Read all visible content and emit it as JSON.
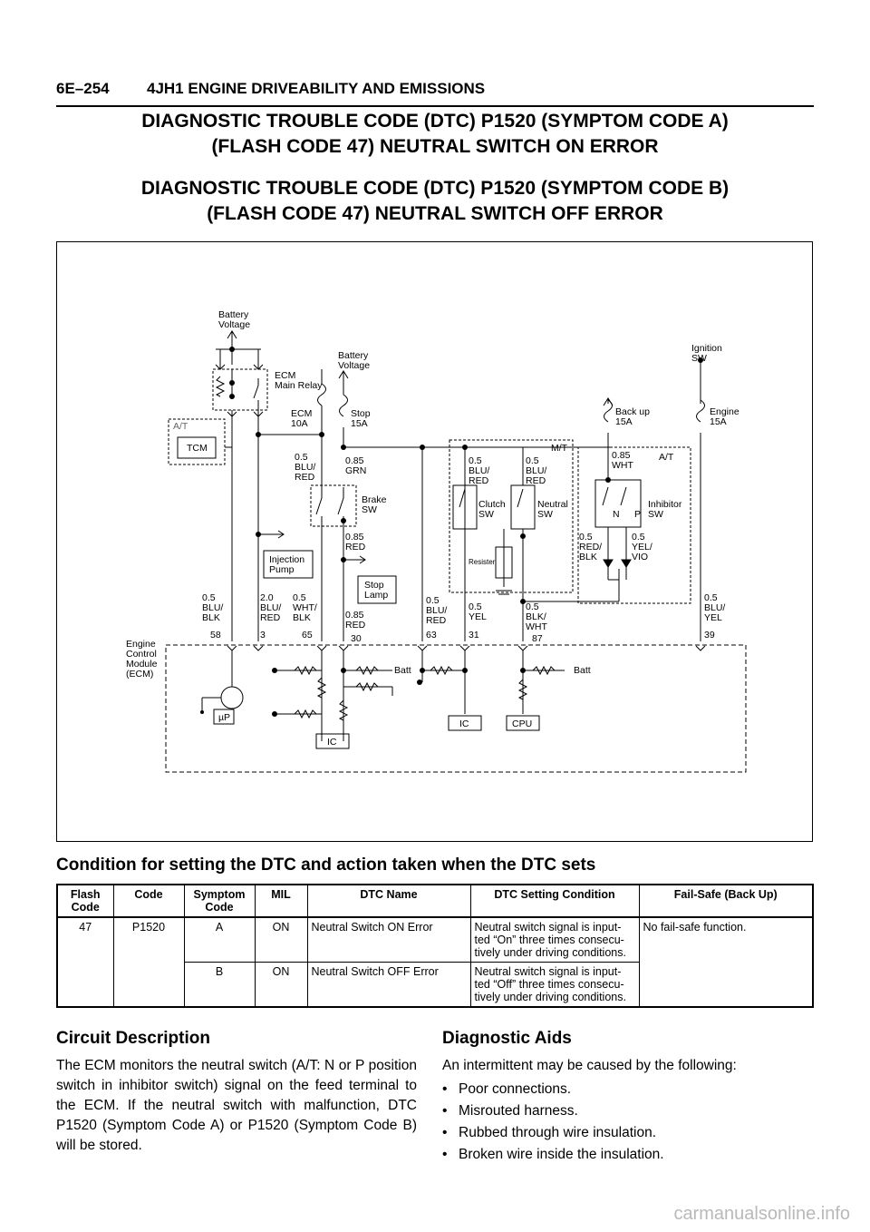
{
  "header": {
    "page_number": "6E–254",
    "title": "4JH1 ENGINE DRIVEABILITY AND EMISSIONS"
  },
  "titles": [
    "DIAGNOSTIC TROUBLE CODE (DTC) P1520 (SYMPTOM CODE A)",
    "(FLASH CODE 47) NEUTRAL SWITCH ON ERROR",
    "DIAGNOSTIC TROUBLE CODE (DTC) P1520 (SYMPTOM CODE B)",
    "(FLASH CODE 47) NEUTRAL SWITCH OFF ERROR"
  ],
  "diagram": {
    "battery_voltage_1": [
      "Battery",
      "Voltage"
    ],
    "battery_voltage_2": [
      "Battery",
      "Voltage"
    ],
    "ignition_sw": [
      "Ignition",
      "SW"
    ],
    "ecm_main_relay": [
      "ECM",
      "Main Relay"
    ],
    "at_box": "A/T",
    "tcm": "TCM",
    "fuse_ecm": [
      "ECM",
      "10A"
    ],
    "fuse_stop": [
      "Stop",
      "15A"
    ],
    "fuse_backup": [
      "Back up",
      "15A"
    ],
    "fuse_engine": [
      "Engine",
      "15A"
    ],
    "wire_05_blu_red_a": [
      "0.5",
      "BLU/",
      "RED"
    ],
    "wire_085_grn": [
      "0.85",
      "GRN"
    ],
    "brake_sw": [
      "Brake",
      "SW"
    ],
    "wire_085_red_a": [
      "0.85",
      "RED"
    ],
    "injection_pump": [
      "Injection",
      "Pump"
    ],
    "stop_lamp": [
      "Stop",
      "Lamp"
    ],
    "mt_box": "M/T",
    "wire_05_blu_red_b": [
      "0.5",
      "BLU/",
      "RED"
    ],
    "wire_05_blu_red_c": [
      "0.5",
      "BLU/",
      "RED"
    ],
    "clutch_sw": [
      "Clutch",
      "SW"
    ],
    "neutral_sw": [
      "Neutral",
      "SW"
    ],
    "resister": "Resister",
    "at_box_2": "A/T",
    "wire_085_wht": [
      "0.85",
      "WHT"
    ],
    "inhibitor_sw": [
      "Inhibitor",
      "SW"
    ],
    "n_label": "N",
    "p_label": "P",
    "wire_05_red_blk": [
      "0.5",
      "RED/",
      "BLK"
    ],
    "wire_05_yel_vio": [
      "0.5",
      "YEL/",
      "VIO"
    ],
    "wire_05_blu_blk": [
      "0.5",
      "BLU/",
      "BLK"
    ],
    "wire_20_blu_red": [
      "2.0",
      "BLU/",
      "RED"
    ],
    "wire_05_wht_blk": [
      "0.5",
      "WHT/",
      "BLK"
    ],
    "wire_085_red_b": [
      "0.85",
      "RED"
    ],
    "wire_05_blu_red_d": [
      "0.5",
      "BLU/",
      "RED"
    ],
    "wire_05_yel": [
      "0.5",
      "YEL"
    ],
    "wire_05_blk_wht": [
      "0.5",
      "BLK/",
      "WHT"
    ],
    "wire_05_blu_yel": [
      "0.5",
      "BLU/",
      "YEL"
    ],
    "pins": [
      "58",
      "3",
      "65",
      "30",
      "63",
      "31",
      "87",
      "39"
    ],
    "ecm_label": [
      "Engine",
      "Control",
      "Module",
      "(ECM)"
    ],
    "batt_1": "Batt",
    "batt_2": "Batt",
    "up": "µP",
    "ic_1": "IC",
    "ic_2": "IC",
    "cpu": "CPU"
  },
  "condition_heading": "Condition for setting the DTC and action taken when the DTC sets",
  "table": {
    "headers": [
      "Flash Code",
      "Code",
      "Symptom Code",
      "MIL",
      "DTC Name",
      "DTC Setting Condition",
      "Fail-Safe (Back Up)"
    ],
    "flash_code": "47",
    "code": "P1520",
    "rows": [
      {
        "symptom": "A",
        "mil": "ON",
        "name": "Neutral Switch ON Error",
        "condition": "Neutral switch signal is input-ted “On” three times consecu-tively under driving conditions."
      },
      {
        "symptom": "B",
        "mil": "ON",
        "name": "Neutral Switch OFF Error",
        "condition": "Neutral switch signal is input-ted “Off” three times consecu-tively under driving conditions."
      }
    ],
    "fail_safe": "No fail-safe function."
  },
  "circuit": {
    "heading": "Circuit Description",
    "text": "The ECM monitors the neutral switch (A/T: N or P position switch in inhibitor switch) signal on the feed terminal to the ECM. If the neutral switch with malfunction, DTC P1520 (Symptom Code A) or P1520 (Symptom Code B) will be stored."
  },
  "aids": {
    "heading": "Diagnostic Aids",
    "intro": "An intermittent may be caused by the following:",
    "items": [
      "Poor connections.",
      "Misrouted harness.",
      "Rubbed through wire insulation.",
      "Broken wire inside the insulation."
    ]
  },
  "watermark": "carmanualsonline.info"
}
